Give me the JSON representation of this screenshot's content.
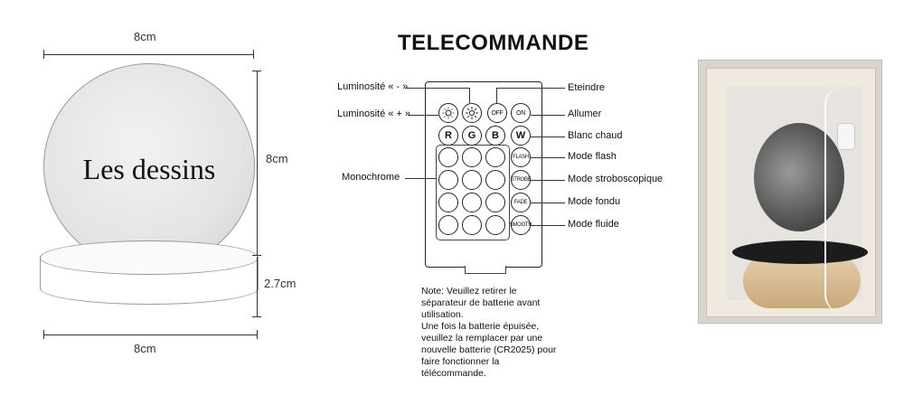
{
  "lamp": {
    "globe_text": "Les dessins",
    "dim_top": "8cm",
    "dim_bottom": "8cm",
    "dim_globe_height": "8cm",
    "dim_base_height": "2.7cm"
  },
  "title": "TELECOMMANDE",
  "remote": {
    "buttons": {
      "off": "OFF",
      "on": "ON",
      "r": "R",
      "g": "G",
      "b": "B",
      "w": "W",
      "flash": "FLASH",
      "strobe": "STROBE",
      "fade": "FADE",
      "smooth": "SMOOTH"
    },
    "labels": {
      "lum_minus": "Luminosité « - »",
      "lum_plus": "Luminosité « + »",
      "monochrome": "Monochrome",
      "eteindre": "Eteindre",
      "allumer": "Allumer",
      "blanc_chaud": "Blanc chaud",
      "mode_flash": "Mode flash",
      "mode_strobo": "Mode stroboscopique",
      "mode_fondu": "Mode fondu",
      "mode_fluide": "Mode fluide"
    },
    "note": "Note: Veuillez retirer le\nséparateur de batterie avant\nutilisation.\n Une fois la batterie épuisée,\nveuillez la remplacer par une\nnouvelle batterie (CR2025) pour\nfaire fonctionner la\ntélécommande."
  },
  "icons": {
    "brightness_down": "sun-outline-icon",
    "brightness_up": "sun-rays-icon"
  }
}
